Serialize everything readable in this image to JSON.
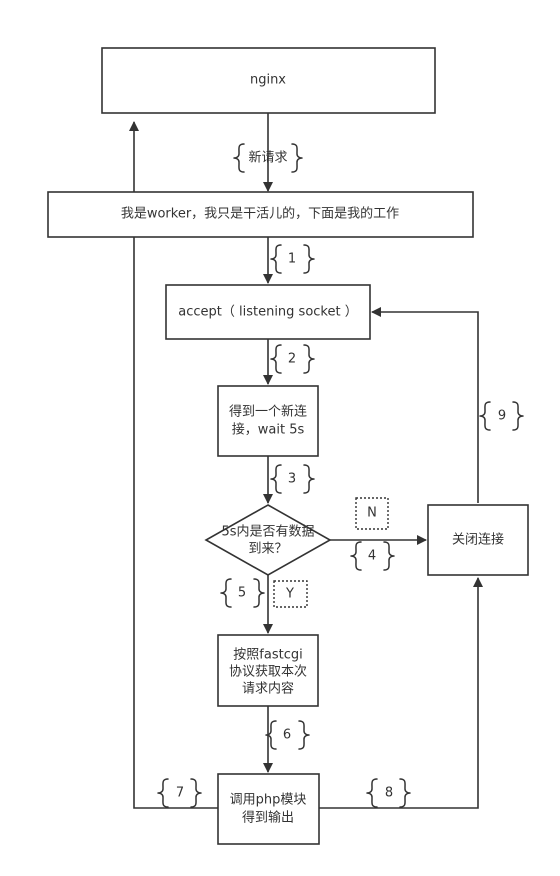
{
  "nodes": {
    "nginx": "nginx",
    "worker": "我是worker，我只是干活儿的，下面是我的工作",
    "accept": "accept（ listening socket ）",
    "get_conn": [
      "得到一个新连",
      "接，wait 5s"
    ],
    "decision": [
      "5s内是否有数据",
      "到来？"
    ],
    "fastcgi": [
      "按照fastcgi",
      "协议获取本次",
      "请求内容"
    ],
    "php": [
      "调用php模块",
      "得到输出"
    ],
    "close": "关闭连接"
  },
  "labels": {
    "new_request": "新请求",
    "step1": "1",
    "step2": "2",
    "step3": "3",
    "step4": "4",
    "step5": "5",
    "step6": "6",
    "step7": "7",
    "step8": "8",
    "step9": "9",
    "branch_no": "N",
    "branch_yes": "Y"
  }
}
